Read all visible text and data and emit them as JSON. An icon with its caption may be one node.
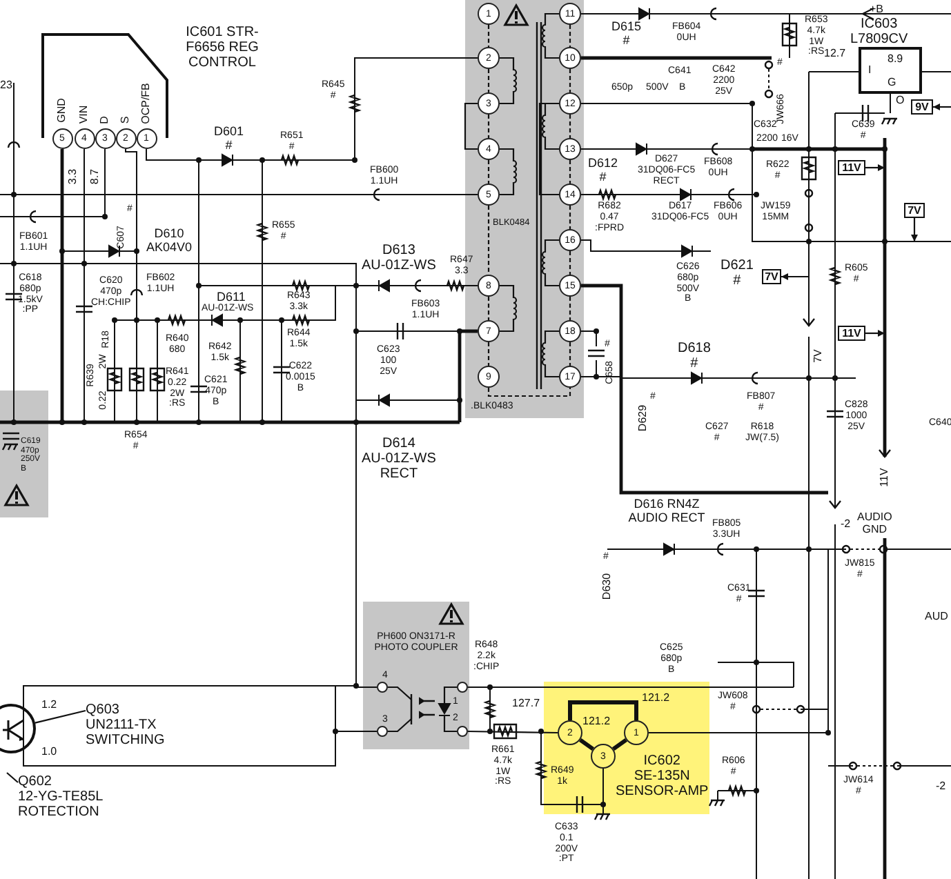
{
  "diagram": {
    "nodes": [
      {
        "text": [
          "IC601 STR-F6656 REG CONTROL",
          "GND",
          "VIN",
          "D",
          "S",
          "OCP/FB"
        ]
      },
      {
        "text": [
          "5"
        ]
      },
      {
        "text": [
          "4"
        ]
      },
      {
        "text": [
          "3"
        ]
      },
      {
        "text": [
          "2"
        ]
      },
      {
        "text": [
          "1"
        ]
      },
      {
        "text": [
          "BLK0484",
          ".BLK0483"
        ]
      },
      {
        "text": [
          "1"
        ],
        "in": 6
      },
      {
        "text": [
          "2"
        ],
        "in": 6
      },
      {
        "text": [
          "3"
        ],
        "in": 6
      },
      {
        "text": [
          "4"
        ],
        "in": 6
      },
      {
        "text": [
          "5"
        ],
        "in": 6
      },
      {
        "text": [
          "8"
        ],
        "in": 6
      },
      {
        "text": [
          "7"
        ],
        "in": 6
      },
      {
        "text": [
          "9"
        ],
        "in": 6
      },
      {
        "text": [
          "11"
        ],
        "in": 6
      },
      {
        "text": [
          "10"
        ],
        "in": 6
      },
      {
        "text": [
          "12"
        ],
        "in": 6
      },
      {
        "text": [
          "13"
        ],
        "in": 6
      },
      {
        "text": [
          "14"
        ],
        "in": 6
      },
      {
        "text": [
          "16"
        ],
        "in": 6
      },
      {
        "text": [
          "15"
        ],
        "in": 6
      },
      {
        "text": [
          "18"
        ],
        "in": 6
      },
      {
        "text": [
          "17"
        ],
        "in": 6
      },
      {
        "text": [
          "IC603 L7809CV",
          "I",
          "G"
        ]
      },
      {
        "text": [
          "11V"
        ]
      },
      {
        "text": [
          "7V"
        ]
      },
      {
        "text": [
          "11V"
        ]
      },
      {
        "text": [
          "7V"
        ]
      },
      {
        "text": [
          "9V"
        ]
      },
      {
        "text": [
          "PH600 ON3171-R PHOTO COUPLER"
        ]
      },
      {
        "text": [
          "4"
        ],
        "in": 30
      },
      {
        "text": [
          "3"
        ],
        "in": 30
      },
      {
        "text": [
          "1"
        ],
        "in": 30
      },
      {
        "text": [
          "2"
        ],
        "in": 30
      },
      {
        "text": [
          "IC602 SE-135N SENSOR-AMP"
        ]
      },
      {
        "text": [
          "2"
        ],
        "in": 35
      },
      {
        "text": [
          "1"
        ],
        "in": 35
      },
      {
        "text": [
          "3"
        ],
        "in": 35
      },
      {
        "text": [],
        "shape": "circle"
      },
      {
        "text": [
          "Q603 UN2111-TX SWITCHING"
        ]
      },
      {
        "text": [
          "Q602 12-YG-TE85L ROTECTION"
        ]
      },
      {
        "text": [
          "C619 470p 250V B"
        ]
      },
      {
        "text": [],
        "shape": "triangle",
        "in": 30
      }
    ],
    "edges": [
      {
        "from": 7,
        "to": 8,
        "arrow": "none",
        "style": "dashed"
      },
      {
        "from": 8,
        "to": 9,
        "arrow": "none",
        "style": "dashed"
      },
      {
        "from": 9,
        "to": 10,
        "arrow": "none",
        "style": "dashed"
      },
      {
        "from": 10,
        "to": 11,
        "arrow": "none",
        "style": "dashed"
      },
      {
        "from": 11,
        "to": 12,
        "arrow": "none",
        "style": "dashed"
      },
      {
        "from": 12,
        "to": 13,
        "arrow": "none",
        "style": "dashed"
      },
      {
        "from": 13,
        "to": 14,
        "arrow": "none",
        "style": "dashed"
      },
      {
        "from": 15,
        "to": 16,
        "arrow": "none",
        "style": "dashed"
      },
      {
        "from": 16,
        "to": 17,
        "arrow": "none",
        "style": "dashed"
      },
      {
        "from": 17,
        "to": 18,
        "arrow": "none",
        "style": "dashed"
      },
      {
        "from": 18,
        "to": 19,
        "arrow": "none",
        "style": "dashed"
      },
      {
        "from": 19,
        "to": 20,
        "arrow": "none",
        "style": "dashed"
      },
      {
        "from": 20,
        "to": 21,
        "arrow": "none",
        "style": "dashed"
      },
      {
        "from": 21,
        "to": 22,
        "arrow": "none",
        "style": "dashed"
      },
      {
        "from": 22,
        "to": 23,
        "arrow": "none",
        "style": "dashed"
      },
      {
        "from": 14,
        "to": 23,
        "arrow": "none",
        "style": "dashed"
      },
      {
        "from": 8,
        "to": 9,
        "arrow": "none"
      },
      {
        "from": 10,
        "to": 11,
        "arrow": "none"
      },
      {
        "from": 12,
        "to": 13,
        "arrow": "none"
      },
      {
        "from": 15,
        "to": 16,
        "arrow": "none"
      },
      {
        "from": 17,
        "to": 18,
        "arrow": "none"
      },
      {
        "from": 20,
        "to": 21,
        "arrow": "none"
      },
      {
        "from": 22,
        "to": 23,
        "arrow": "none"
      },
      {
        "from": 9,
        "to": 10,
        "arrow": "none"
      },
      {
        "from": 17,
        "to": 19,
        "arrow": "none"
      },
      {
        "from": 36,
        "to": 37,
        "arrow": "none",
        "style": "thick"
      },
      {
        "from": 36,
        "to": 38,
        "arrow": "none",
        "style": "thick"
      },
      {
        "from": 38,
        "to": 37,
        "arrow": "none",
        "style": "thick"
      },
      {
        "from": 31,
        "to": 32,
        "arrow": "none"
      },
      {
        "from": 33,
        "to": 43,
        "arrow": "none"
      },
      {
        "from": 34,
        "to": 36,
        "arrow": "none"
      },
      {
        "from": 25,
        "to": null,
        "arrow": "to"
      },
      {
        "from": null,
        "to": 26,
        "arrow": "to"
      },
      {
        "from": 27,
        "to": null,
        "arrow": "to"
      },
      {
        "from": 28,
        "to": null,
        "arrow": "to"
      },
      {
        "from": null,
        "to": 29,
        "arrow": "to"
      },
      {
        "from": 40,
        "to": 39,
        "arrow": "none"
      },
      {
        "from": 41,
        "to": null,
        "arrow": "none"
      },
      {
        "from": 43,
        "to": 34,
        "arrow": "none"
      },
      {
        "from": 33,
        "to": null,
        "arrow": "none"
      }
    ],
    "labels": [
      "+B",
      "D615 #",
      "FB604 0UH",
      "R653 4.7k 1W :RS",
      "12.7",
      "8.9",
      "23",
      "R645 #",
      "C641",
      "C642 2200 25V",
      "650p",
      "500V",
      "B",
      "JW666",
      "#",
      "O",
      "D601 #",
      "R651 #",
      "C632",
      "2200",
      "16V",
      "C639 #",
      "D612 #",
      "3.3",
      "8.7",
      "FB600 1.1UH",
      "D627 31DQ06-FC5 RECT",
      "FB608 0UH",
      "R622 #",
      "C607",
      "#",
      "JW159 15MM",
      "R682 0.47 :FPRD",
      "D617 31DQ06-FC5",
      "FB606 0UH",
      "R655 #",
      "FB601 1.1UH",
      "D610 AK04V0",
      "D613 AU-01Z-WS",
      "R647 3.3",
      "C626 680p 500V B",
      "D621 #",
      "R605 #",
      "C618 680p 1.5kV :PP",
      "C620 470p CH:CHIP",
      "FB602 1.1UH",
      "D611",
      "AU-01Z-WS",
      "R643 3.3k",
      "FB603 1.1UH",
      "R644 1.5k",
      "R640 680",
      "R18",
      "R642 1.5k",
      "D618 #",
      "C623 100 25V",
      "7V",
      "C658",
      "#",
      "C622 0.0015 B",
      "R639",
      "2W",
      "0.22",
      "R641 0.22 2W :RS",
      "C621 470p B",
      "FB807 #",
      "D629",
      "#",
      "C828 1000 25V",
      "C640",
      "C627 #",
      "R618 JW(7.5)",
      "R654 #",
      "D614 AU-01Z-WS RECT",
      "11V",
      "D616 RN4Z AUDIO RECT",
      "-2",
      "AUDIO GND",
      "FB805 3.3UH",
      "D630",
      "#",
      "JW815 #",
      "C631 #",
      "AUD",
      "R648 2.2k :CHIP",
      "C625 680p B",
      "127.7",
      "JW608 #",
      "1.2",
      "121.2",
      "121.2",
      "R661 4.7k 1W :RS",
      "1.0",
      "R606 #",
      "R649 1k",
      "JW614 #",
      "-2",
      "C633 0.1 200V :PT"
    ]
  }
}
